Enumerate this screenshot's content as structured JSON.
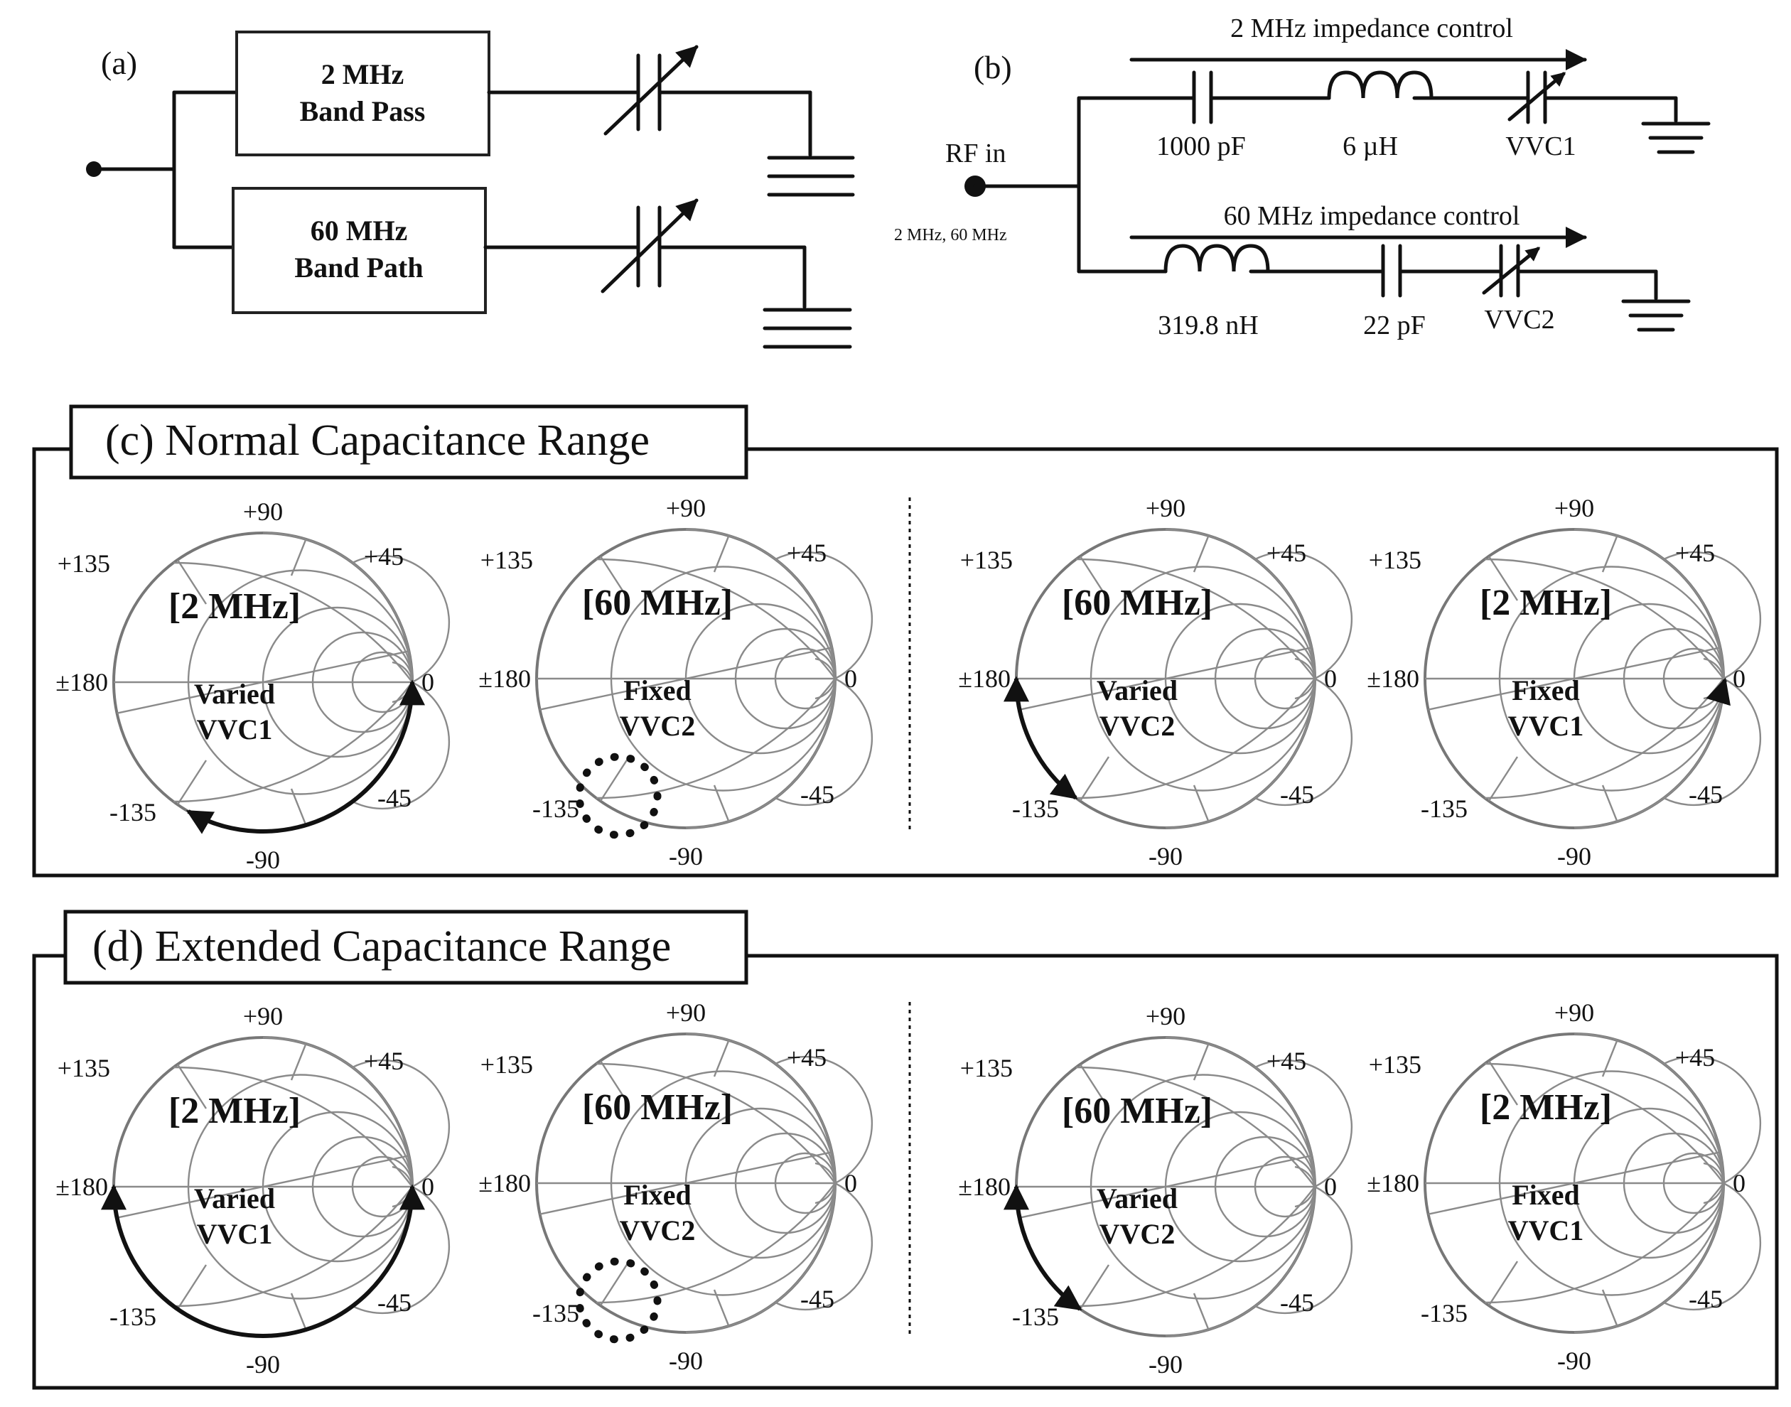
{
  "panel_a": {
    "label": "(a)",
    "box_top": [
      "2 MHz",
      "Band Pass"
    ],
    "box_bottom": [
      "60 MHz",
      "Band Path"
    ]
  },
  "panel_b": {
    "label": "(b)",
    "rf_in": "RF in",
    "freqs": "2 MHz, 60 MHz",
    "top_arrow": "2 MHz impedance control",
    "bottom_arrow": "60 MHz impedance control",
    "top_components": [
      "1000 pF",
      "6 µH",
      "VVC1"
    ],
    "bottom_components": [
      "319.8 nH",
      "22 pF",
      "VVC2"
    ]
  },
  "sections": [
    {
      "title": "(c) Normal Capacitance Range",
      "charts": [
        {
          "freq": "[2 MHz]",
          "line1": "Varied",
          "line2": "VVC1",
          "annotation": "arc",
          "arc_from_deg": 0,
          "arc_to_deg": -120
        },
        {
          "freq": "[60 MHz]",
          "line1": "Fixed",
          "line2": "VVC2",
          "annotation": "dotted-circle"
        },
        {
          "freq": "[60 MHz]",
          "line1": "Varied",
          "line2": "VVC2",
          "annotation": "arc",
          "arc_from_deg": 180,
          "arc_to_deg": 233
        },
        {
          "freq": "[2 MHz]",
          "line1": "Fixed",
          "line2": "VVC1",
          "annotation": "tick"
        }
      ]
    },
    {
      "title": "(d) Extended Capacitance Range",
      "charts": [
        {
          "freq": "[2 MHz]",
          "line1": "Varied",
          "line2": "VVC1",
          "annotation": "arc",
          "arc_from_deg": 0,
          "arc_to_deg": -180
        },
        {
          "freq": "[60 MHz]",
          "line1": "Fixed",
          "line2": "VVC2",
          "annotation": "dotted-circle"
        },
        {
          "freq": "[60 MHz]",
          "line1": "Varied",
          "line2": "VVC2",
          "annotation": "arc",
          "arc_from_deg": 180,
          "arc_to_deg": 235
        },
        {
          "freq": "[2 MHz]",
          "line1": "Fixed",
          "line2": "VVC1",
          "annotation": "none"
        }
      ]
    }
  ],
  "angle_labels": {
    "p90": "+90",
    "p45": "+45",
    "p135": "+135",
    "p180": "±180",
    "zero": "0",
    "m45": "-45",
    "m135": "-135",
    "m90": "-90"
  }
}
